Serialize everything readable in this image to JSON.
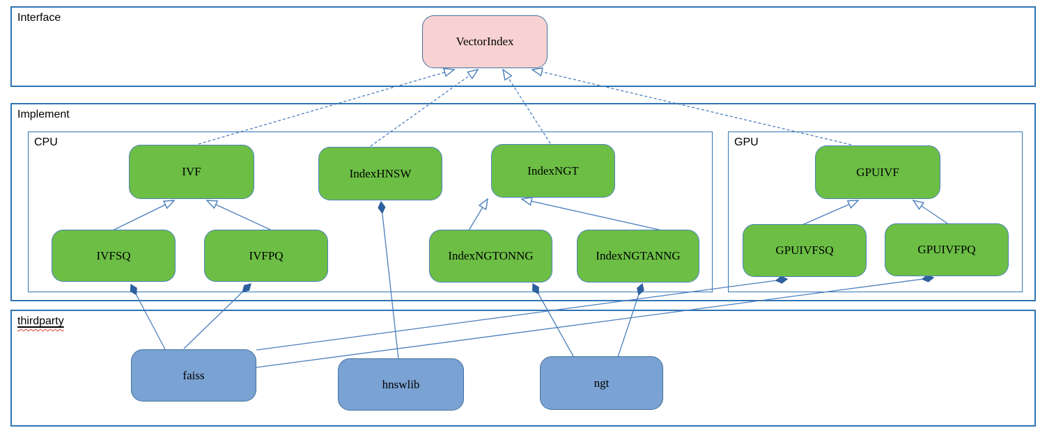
{
  "diagram": {
    "sections": {
      "interface": {
        "label": "Interface"
      },
      "implement": {
        "label": "Implement"
      },
      "cpu": {
        "label": "CPU"
      },
      "gpu": {
        "label": "GPU"
      },
      "thirdparty": {
        "label": "thirdparty",
        "spellcheck_underline": true
      }
    },
    "nodes": {
      "vectorindex": {
        "label": "VectorIndex",
        "kind": "interface"
      },
      "ivf": {
        "label": "IVF",
        "kind": "cpu-class"
      },
      "indexhnsw": {
        "label": "IndexHNSW",
        "kind": "cpu-class"
      },
      "indexngt": {
        "label": "IndexNGT",
        "kind": "cpu-class"
      },
      "ivfsq": {
        "label": "IVFSQ",
        "kind": "cpu-class"
      },
      "ivfpq": {
        "label": "IVFPQ",
        "kind": "cpu-class"
      },
      "indexngtonng": {
        "label": "IndexNGTONNG",
        "kind": "cpu-class"
      },
      "indexngtanng": {
        "label": "IndexNGTANNG",
        "kind": "cpu-class"
      },
      "gpuivf": {
        "label": "GPUIVF",
        "kind": "gpu-class"
      },
      "gpuivfsq": {
        "label": "GPUIVFSQ",
        "kind": "gpu-class"
      },
      "gpuivfpq": {
        "label": "GPUIVFPQ",
        "kind": "gpu-class"
      },
      "faiss": {
        "label": "faiss",
        "kind": "thirdparty-lib"
      },
      "hnswlib": {
        "label": "hnswlib",
        "kind": "thirdparty-lib"
      },
      "ngt": {
        "label": "ngt",
        "kind": "thirdparty-lib"
      }
    },
    "edges": [
      {
        "from": "ivf",
        "to": "vectorindex",
        "type": "realization-dashed-hollow-arrow"
      },
      {
        "from": "indexhnsw",
        "to": "vectorindex",
        "type": "realization-dashed-hollow-arrow"
      },
      {
        "from": "indexngt",
        "to": "vectorindex",
        "type": "realization-dashed-hollow-arrow"
      },
      {
        "from": "gpuivf",
        "to": "vectorindex",
        "type": "realization-dashed-hollow-arrow"
      },
      {
        "from": "ivfsq",
        "to": "ivf",
        "type": "generalization-solid-hollow-arrow"
      },
      {
        "from": "ivfpq",
        "to": "ivf",
        "type": "generalization-solid-hollow-arrow"
      },
      {
        "from": "indexngtonng",
        "to": "indexngt",
        "type": "generalization-solid-hollow-arrow"
      },
      {
        "from": "indexngtanng",
        "to": "indexngt",
        "type": "generalization-solid-hollow-arrow"
      },
      {
        "from": "gpuivfsq",
        "to": "gpuivf",
        "type": "generalization-solid-hollow-arrow"
      },
      {
        "from": "gpuivfpq",
        "to": "gpuivf",
        "type": "generalization-solid-hollow-arrow"
      },
      {
        "from": "faiss",
        "to": "ivfsq",
        "type": "composition-filled-diamond"
      },
      {
        "from": "faiss",
        "to": "ivfpq",
        "type": "composition-filled-diamond"
      },
      {
        "from": "hnswlib",
        "to": "indexhnsw",
        "type": "composition-filled-diamond"
      },
      {
        "from": "ngt",
        "to": "indexngtonng",
        "type": "composition-filled-diamond"
      },
      {
        "from": "ngt",
        "to": "indexngtanng",
        "type": "composition-filled-diamond"
      },
      {
        "from": "faiss",
        "to": "gpuivfsq",
        "type": "composition-filled-diamond"
      },
      {
        "from": "faiss",
        "to": "gpuivfpq",
        "type": "composition-filled-diamond"
      }
    ],
    "colors": {
      "section_border": "#2e74b5",
      "class_fill_green": "#6cbe45",
      "interface_fill_pink": "#f8d2d2",
      "thirdparty_fill_blue": "#7aa2d3",
      "node_border_blue": "#4f81bd",
      "connector_blue": "#4a7ebb",
      "spellcheck_red": "#e03c31",
      "text_color": "#000000"
    }
  }
}
